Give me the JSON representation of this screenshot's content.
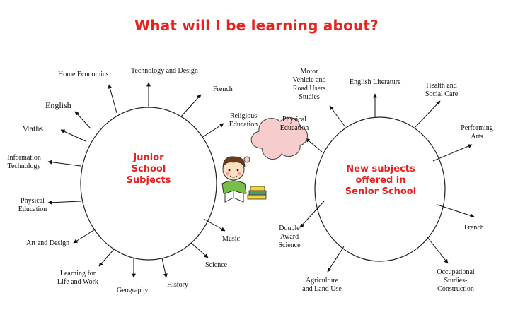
{
  "title": "What will I be learning about?",
  "junior": {
    "hub": "Junior\nSchool\nSubjects",
    "subjects": {
      "home_economics": "Home Economics",
      "technology_design": "Technology and Design",
      "french": "French",
      "religious_education": "Religious\nEducation",
      "english": "English",
      "maths": "Maths",
      "information_technology": "Information\nTechnology",
      "physical_education": "Physical\nEducation",
      "art_design": "Art and Design",
      "learning_life_work": "Learning for\nLife and Work",
      "geography": "Geography",
      "history": "History",
      "science": "Science",
      "music": "Music"
    }
  },
  "senior": {
    "hub": "New subjects\noffered in\nSenior School",
    "subjects": {
      "motor_vehicle": "Motor\nVehicle and\nRoad Users\nStudies",
      "english_literature": "English Literature",
      "health_social_care": "Health and\nSocial Care",
      "physical_education": "Physical\nEducation",
      "performing_arts": "Performing\nArts",
      "french": "French",
      "double_award_science": "Double\nAward\nScience",
      "agriculture_land_use": "Agriculture\nand Land Use",
      "occupational_construction": "Occupational\nStudies-\nConstruction"
    }
  },
  "colors": {
    "title": "#e8231e",
    "hub_text": "#e8231e",
    "cloud": "#f7cccc"
  }
}
